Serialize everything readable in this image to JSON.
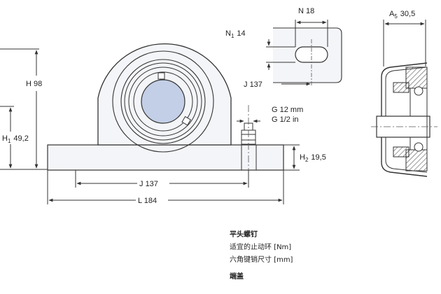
{
  "dimensions": {
    "H": {
      "label": "H",
      "value": "98"
    },
    "H1": {
      "label": "H",
      "sub": "1",
      "value": "49,2"
    },
    "H2": {
      "label": "H",
      "sub": "2",
      "value": "19,5"
    },
    "N": {
      "label": "N",
      "value": "18"
    },
    "N1": {
      "label": "N",
      "sub": "1",
      "value": "14"
    },
    "J_top": {
      "label": "J",
      "value": "137"
    },
    "J_bottom": {
      "label": "J",
      "value": "137"
    },
    "L": {
      "label": "L",
      "value": "184"
    },
    "A5": {
      "label": "A",
      "sub": "5",
      "value": "30,5"
    },
    "G_mm": {
      "label": "G",
      "value": "12 mm"
    },
    "G_in": {
      "label": "G",
      "value": "1/2 in"
    }
  },
  "info": {
    "heading1": "平头螺钉",
    "line1": "适宜的止动环 [Nm]",
    "line2": "六角键销尺寸 [mm]",
    "heading2": "端盖"
  },
  "colors": {
    "line": "#333333",
    "housing_fill": "#f4f5f8",
    "bore_fill": "#c3cfe6",
    "hatch": "#555555"
  }
}
